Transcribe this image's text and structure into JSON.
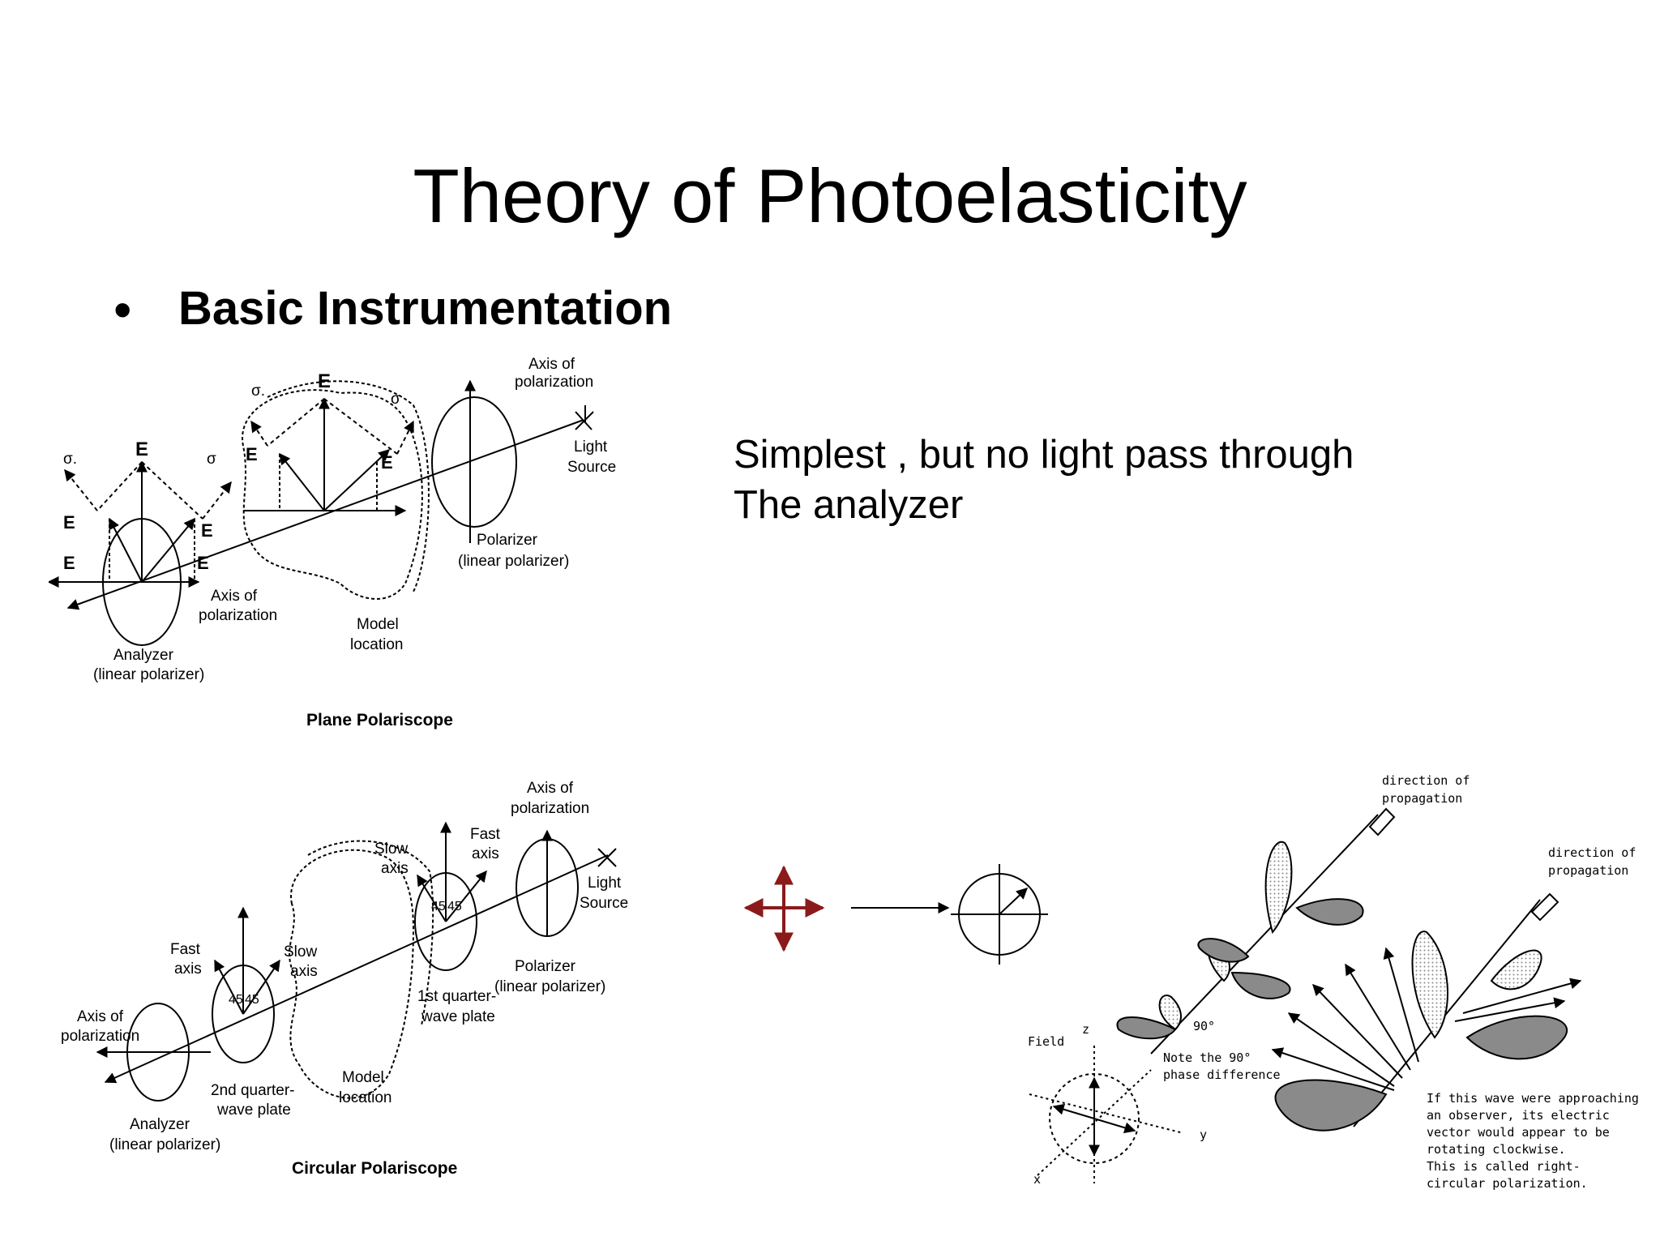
{
  "slide": {
    "title": "Theory of Photoelasticity",
    "bullet": "Basic Instrumentation",
    "note_lines": [
      "Simplest , but no light pass through",
      "The analyzer"
    ]
  },
  "plane_polariscope": {
    "caption": "Plane Polariscope",
    "labels": {
      "axis_of_1": "Axis of",
      "polarization_1": "polarization",
      "light": "Light",
      "source": "Source",
      "polarizer": "Polarizer",
      "linear_polarizer": "(linear polarizer)",
      "model": "Model",
      "location": "location",
      "axis_of_2": "Axis of",
      "polarization_2": "polarization",
      "analyzer": "Analyzer",
      "linear_polarizer_2": "(linear polarizer)",
      "E_top": "E",
      "E_left": "E",
      "sigma2_a": "σ.",
      "sigma1_a": "σ",
      "sigma2_b": "σ.",
      "sigma1_b": "σ",
      "E1_a": "E",
      "E2_a": "E",
      "E1_b": "E",
      "E2_b": "E",
      "E1pp": "E",
      "E2pp": "E"
    }
  },
  "circular_polariscope": {
    "caption": "Circular Polariscope",
    "labels": {
      "axis_of_1": "Axis of",
      "polarization_1": "polarization",
      "light": "Light",
      "source": "Source",
      "slow_axis_1a": "Slow",
      "slow_axis_1b": "axis",
      "fast_axis_1a": "Fast",
      "fast_axis_1b": "axis",
      "polarizer": "Polarizer",
      "linear_polarizer": "(linear polarizer)",
      "qwp1_a": "1st quarter-",
      "qwp1_b": "wave plate",
      "fast_axis_2a": "Fast",
      "fast_axis_2b": "axis",
      "slow_axis_2a": "Slow",
      "slow_axis_2b": "axis",
      "model": "Model",
      "location": "location",
      "axis_of_2": "Axis of",
      "polarization_2": "polarization",
      "qwp2_a": "2nd quarter-",
      "qwp2_b": "wave plate",
      "analyzer": "Analyzer",
      "linear_polarizer_2": "(linear polarizer)",
      "deg_a": "45",
      "deg_b": "45",
      "deg_c": "45",
      "deg_d": "45"
    }
  },
  "circular_wave": {
    "labels": {
      "dir_prop_1a": "direction of",
      "dir_prop_1b": "propagation",
      "dir_prop_2a": "direction of",
      "dir_prop_2b": "propagation",
      "deg90": "90°",
      "note1": "Note the 90°",
      "note2": "phase difference",
      "field": "Field",
      "z": "z",
      "y": "y",
      "x": "x",
      "desc1": "If this wave were approaching",
      "desc2": "an observer, its electric",
      "desc3": "vector would appear to be",
      "desc4": "rotating clockwise.",
      "desc5": "This is called right-",
      "desc6": "circular polarization."
    }
  },
  "colors": {
    "cross": "#8b1a1a",
    "ink": "#000000",
    "shade": "#7a7a7a",
    "dots": "#bdbdbd"
  }
}
